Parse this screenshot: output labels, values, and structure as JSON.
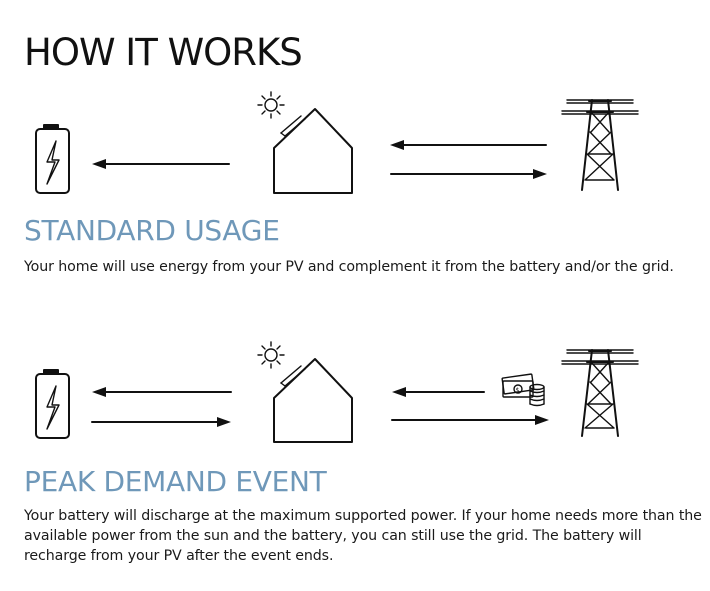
{
  "title": "HOW IT WORKS",
  "sections": [
    {
      "heading": "STANDARD USAGE",
      "body": "Your home will use energy from your PV and complement it from the battery and/or the grid."
    },
    {
      "heading": "PEAK DEMAND EVENT",
      "body": "Your battery will discharge at the maximum supported power. If your home needs more than the available power from the sun and the battery, you can still use the grid. The battery will recharge from your PV after the event ends."
    }
  ],
  "colors": {
    "heading_accent": "#6f98b9",
    "line": "#111111",
    "background": "#ffffff"
  },
  "icons": [
    "battery-icon",
    "sun-icon",
    "solar-panel-icon",
    "house-icon",
    "transmission-tower-icon",
    "money-icon",
    "arrow-left-icon",
    "arrow-right-icon"
  ]
}
